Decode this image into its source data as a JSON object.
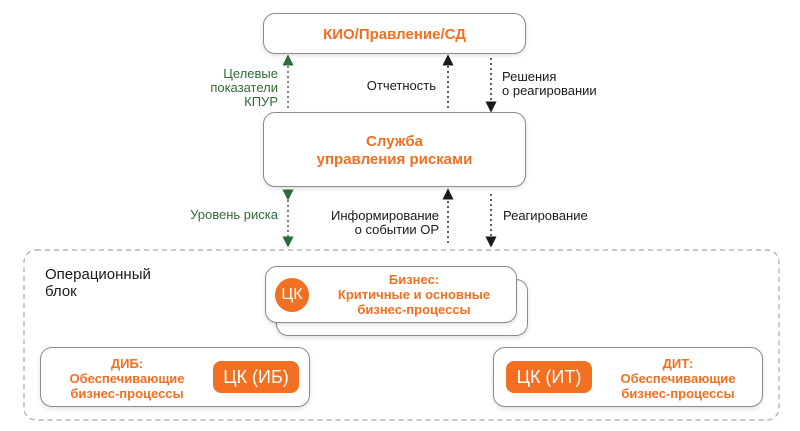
{
  "top_box": {
    "title": "КИО/Правление/СД"
  },
  "risk_service": {
    "title": "Служба\nуправления рисками"
  },
  "labels": {
    "target_kpi": "Целевые\nпоказатели\nКПУР",
    "reporting": "Отчетность",
    "decisions": "Решения\nо реагировании",
    "risk_level": "Уровень риска",
    "informing": "Информирование\nо событии ОР",
    "response": "Реагирование"
  },
  "operational_block": {
    "title": "Операционный\nблок",
    "business": {
      "badge": "ЦК",
      "title": "Бизнес:\nКритичные и основные\nбизнес-процессы"
    },
    "dib": {
      "badge": "ЦК (ИБ)",
      "title": "ДИБ:\nОбеспечивающие\nбизнес-процессы"
    },
    "dit": {
      "badge": "ЦК (ИТ)",
      "title": "ДИТ:\nОбеспечивающие\nбизнес-процессы"
    }
  },
  "colors": {
    "accent": "#f36f21",
    "green": "#2e6b3a",
    "border": "#8c8c8c"
  }
}
